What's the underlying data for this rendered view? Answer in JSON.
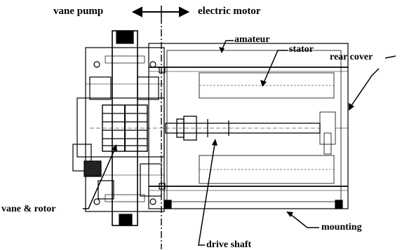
{
  "figure": {
    "labels": {
      "vane_pump": "vane pump",
      "electric_motor": "electric motor",
      "amateur": "amateur",
      "stator": "stator",
      "rear_cover": "rear cover",
      "vane_rotor": "vane & rotor",
      "mounting": "mounting",
      "drive_shaft": "drive shaft"
    }
  }
}
